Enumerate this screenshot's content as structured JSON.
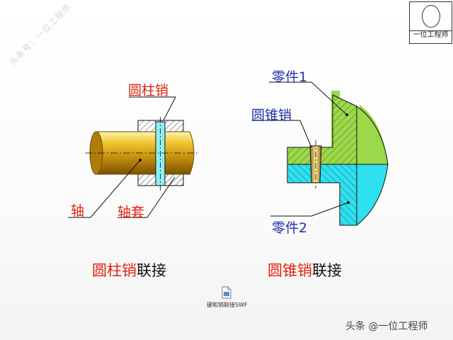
{
  "watermark": "头条号：一位工程师",
  "logo": {
    "text": "一位工程师"
  },
  "left_diagram": {
    "label_pin": "圆柱销",
    "label_shaft": "轴",
    "label_sleeve": "轴套",
    "title_part1": "圆柱销",
    "title_part2": "联接"
  },
  "right_diagram": {
    "label_part1": "零件1",
    "label_pin": "圆锥销",
    "label_part2": "零件2",
    "title_part1": "圆锥销",
    "title_part2": "联接"
  },
  "attachment": {
    "label": "键和销联接SWF"
  },
  "footer": {
    "text": "头条 @一位工程师"
  },
  "colors": {
    "red": "#e02010",
    "blue_text": "#1d2fa8",
    "part1_green": "#9bd84a",
    "part2_cyan": "#2fe0f0",
    "shaft_gold": "#d4a017"
  }
}
